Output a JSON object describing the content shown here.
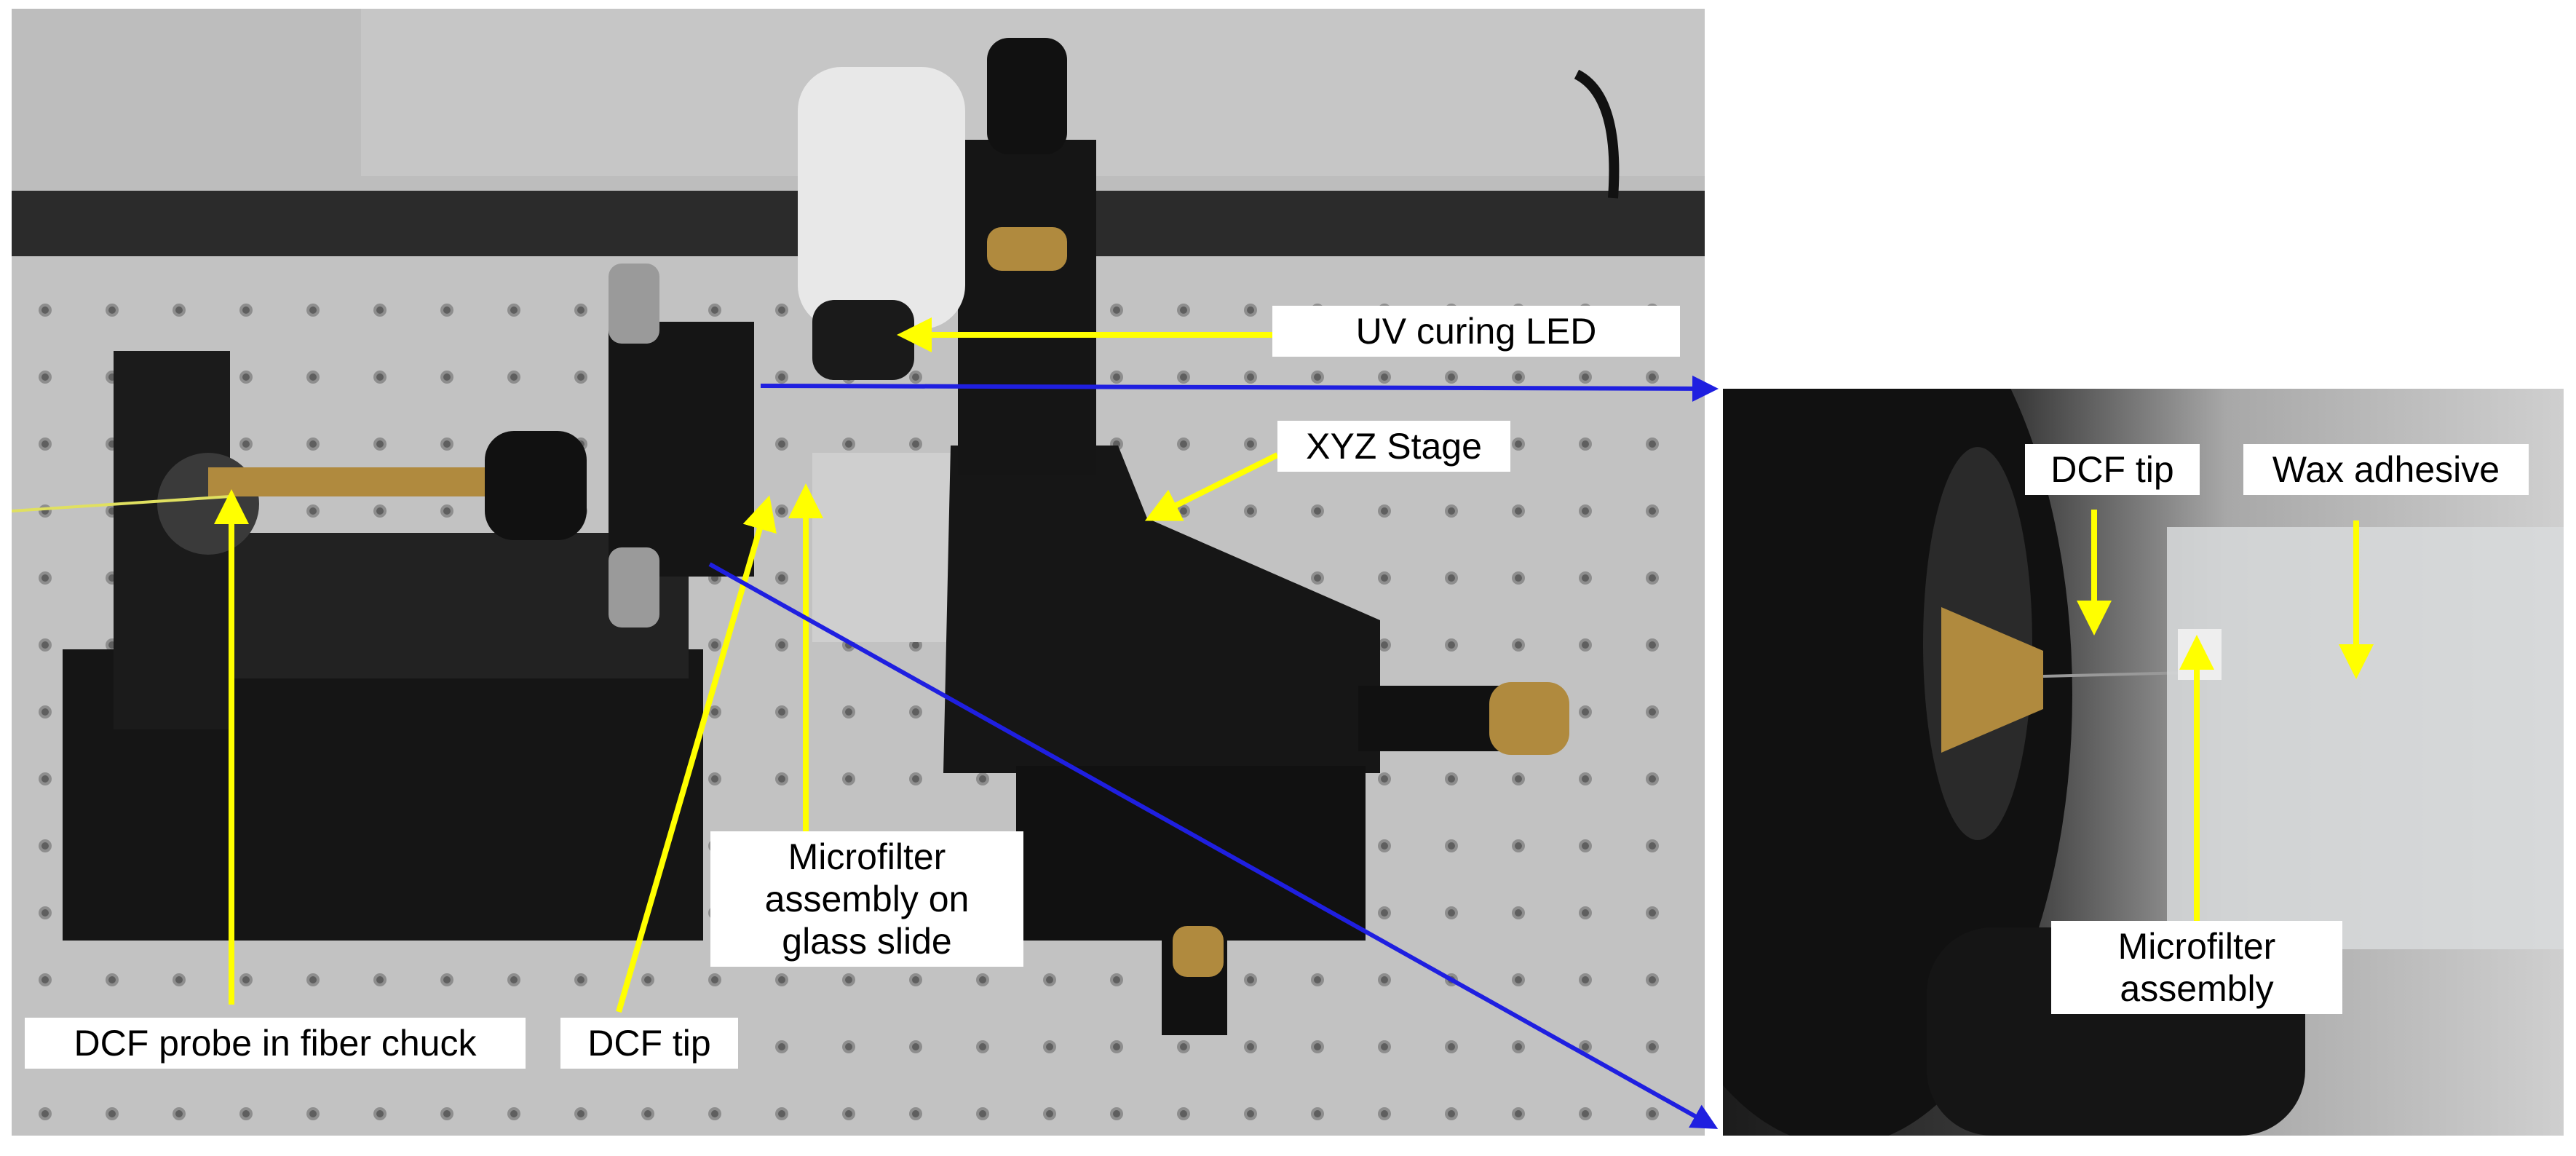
{
  "colors": {
    "arrow_yellow": "#ffff00",
    "arrow_blue": "#1f1fe0",
    "table_gray": "#c2c2c2",
    "hardware_black": "#1b1b1b",
    "brass": "#b08a3e"
  },
  "labels": {
    "uv_led": "UV curing LED",
    "xyz_stage": "XYZ Stage",
    "microfilter_on_slide": "Microfilter assembly on glass slide",
    "dcf_probe": "DCF probe in fiber chuck",
    "dcf_tip_main": "DCF tip",
    "dcf_tip_zoom": "DCF tip",
    "wax_adhesive": "Wax adhesive",
    "microfilter_assembly": "Microfilter assembly"
  }
}
